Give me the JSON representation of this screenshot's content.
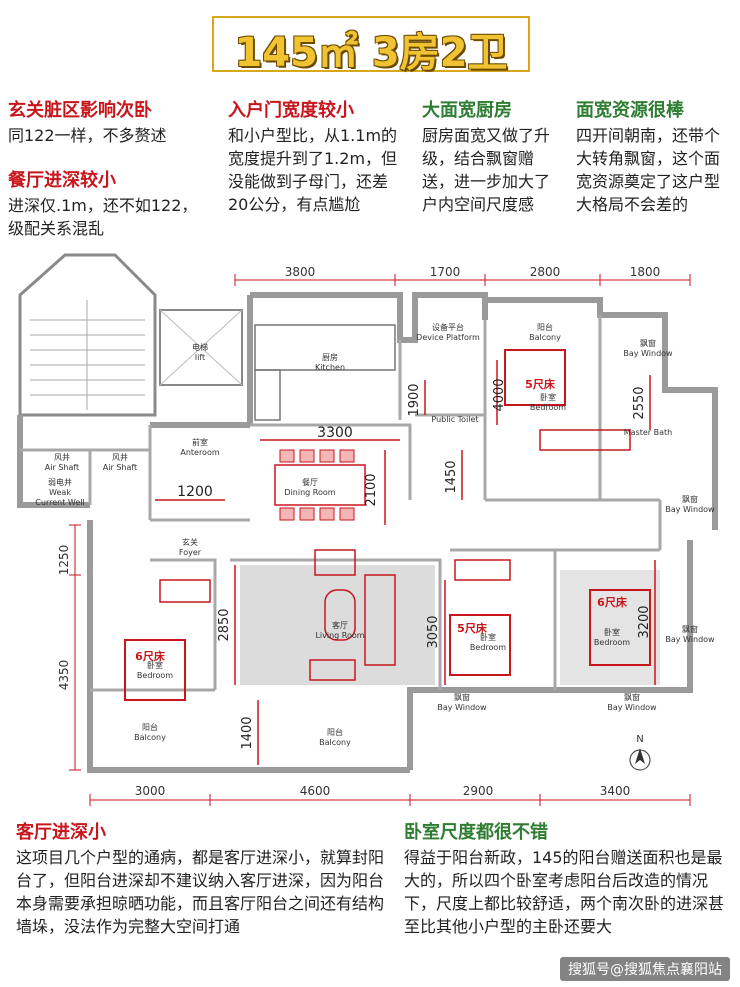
{
  "title": "145㎡ 3房2卫",
  "notes": {
    "entry": {
      "heading": "玄关脏区影响次卧",
      "body": "同122一样，不多赘述"
    },
    "dining": {
      "heading": "餐厅进深较小",
      "body": "进深仅.1m，还不如122，级配关系混乱"
    },
    "door": {
      "heading": "入户门宽度较小",
      "body": "和小户型比，从1.1m的宽度提升到了1.2m，但没能做到子母门，还差20公分，有点尴尬"
    },
    "kitchen": {
      "heading": "大面宽厨房",
      "body": "厨房面宽又做了升级，结合飘窗赠送，进一步加大了户内空间尺度感"
    },
    "frontage": {
      "heading": "面宽资源很棒",
      "body": "四开间朝南，还带个大转角飘窗，这个面宽资源奠定了这户型大格局不会差的"
    },
    "living": {
      "heading": "客厅进深小",
      "body": "这项目几个户型的通病，都是客厅进深小，就算封阳台了，但阳台进深却不建议纳入客厅进深，因为阳台本身需要承担晾晒功能，而且客厅阳台之间还有结构墙垛，没法作为完整大空间打通"
    },
    "bedroom": {
      "heading": "卧室尺度都很不错",
      "body": "得益于阳台新政，145的阳台赠送面积也是最大的，所以四个卧室考虑阳台后改造的情况下，尺度上都比较舒适，两个南次卧的进深甚至比其他小户型的主卧还要大"
    }
  },
  "plan": {
    "top_dims": [
      "3800",
      "1700",
      "2800",
      "1800"
    ],
    "bottom_dims": [
      "3000",
      "4600",
      "2900",
      "3400"
    ],
    "left_dims": [
      "1250",
      "4350"
    ],
    "inner_dims": {
      "kitchen_width": "3300",
      "dining_depth": "2100",
      "door_width": "1200",
      "toilet_height": "1900",
      "toilet_lower": "1450",
      "bed_ne_depth": "4000",
      "bath_ne": "2550",
      "living_depth": "2850",
      "balcony_depth": "1400",
      "bed_s2_depth": "3050",
      "bed_s3_depth": "3200"
    },
    "rooms": {
      "elevator": "电梯\nlift",
      "anteroom": "前室\nAnteroom",
      "air_shaft_1": "风井\nAir Shaft",
      "air_shaft_2": "风井\nAir Shaft",
      "weak_shaft": "弱电井\nWeak\nCurrent Well",
      "kitchen": "厨房\nKitchen",
      "device_platform": "设备平台\nDevice Platform",
      "public_toilet": "Public Toilet",
      "dining": "餐厅\nDining Room",
      "foyer": "玄关\nFoyer",
      "living": "客厅\nLiving Room",
      "bed_sw": "卧室\nBedroom",
      "balcony_sw": "阳台\nBalcony",
      "balcony_s": "阳台\nBalcony",
      "balcony_ne": "阳台\nBalcony",
      "bed_ne": "卧室\nBedroom",
      "bay_ne": "飘窗\nBay Window",
      "bath_ne": "Master Bath",
      "bay_e1": "飘窗\nBay Window",
      "bay_e2": "飘窗\nBay Window",
      "bed_s2": "卧室\nBedroom",
      "bed_s3": "卧室\nBedroom",
      "bay_s2": "飘窗\nBay Window",
      "bay_s3": "飘窗\nBay Window"
    },
    "bed_tags": {
      "ne": "5尺床",
      "sw": "6尺床",
      "s2": "5尺床",
      "s3": "6尺床"
    },
    "compass": "N"
  },
  "watermark": "搜狐号@搜狐焦点襄阳站",
  "colors": {
    "accent_red": "#c8161d",
    "accent_green": "#2e7d32",
    "title_gold": "#f1c232",
    "wall": "#9a9a9a"
  }
}
